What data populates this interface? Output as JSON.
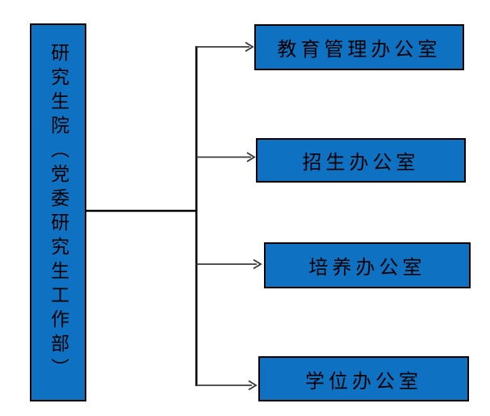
{
  "diagram": {
    "type": "org-chart",
    "root": {
      "label": "研究生院（党委研究生工作部）"
    },
    "offices": [
      {
        "label": "教育管理办公室"
      },
      {
        "label": "招生办公室"
      },
      {
        "label": "培养办公室"
      },
      {
        "label": "学位办公室"
      }
    ],
    "colors": {
      "node_fill": "#0E71C1",
      "node_border": "#000000",
      "connector_line": "#000000",
      "arrow_line": "#3A3A3A",
      "text": "#000000",
      "background": "#FFFFFF"
    }
  }
}
